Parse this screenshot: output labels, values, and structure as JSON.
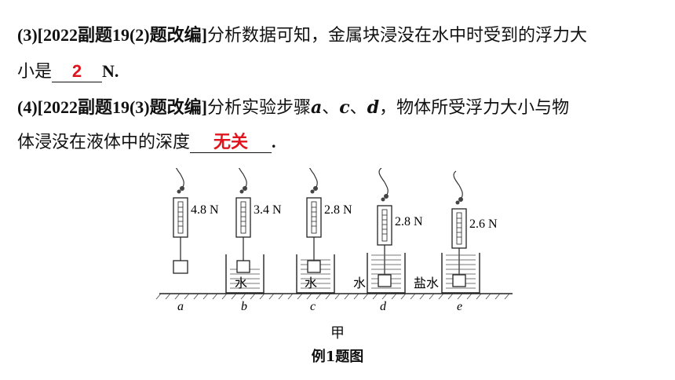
{
  "q3": {
    "tag": "(3)[2022副题19(2)题改编]",
    "text1": "分析数据可知，金属块浸没在水中时受到的浮力大",
    "text2": "小是",
    "answer": "2",
    "unit": "N."
  },
  "q4": {
    "tag": "(4)[2022副题19(3)题改编]",
    "text1a": "分析实验步骤",
    "step_a": "a",
    "sep1": "、",
    "step_c": "c",
    "sep2": "、",
    "step_d": "d",
    "text1b": "，物体所受浮力大小与物",
    "text2": "体浸没在液体中的深度",
    "answer": "无关",
    "end": "."
  },
  "figure": {
    "readings": [
      "4.8 N",
      "3.4 N",
      "2.8 N",
      "2.8 N",
      "2.6 N"
    ],
    "liquids": [
      "",
      "水",
      "水",
      "水",
      "盐水"
    ],
    "step_labels": [
      "a",
      "b",
      "c",
      "d",
      "e"
    ],
    "sub_caption": "甲",
    "caption": "例1题图"
  }
}
